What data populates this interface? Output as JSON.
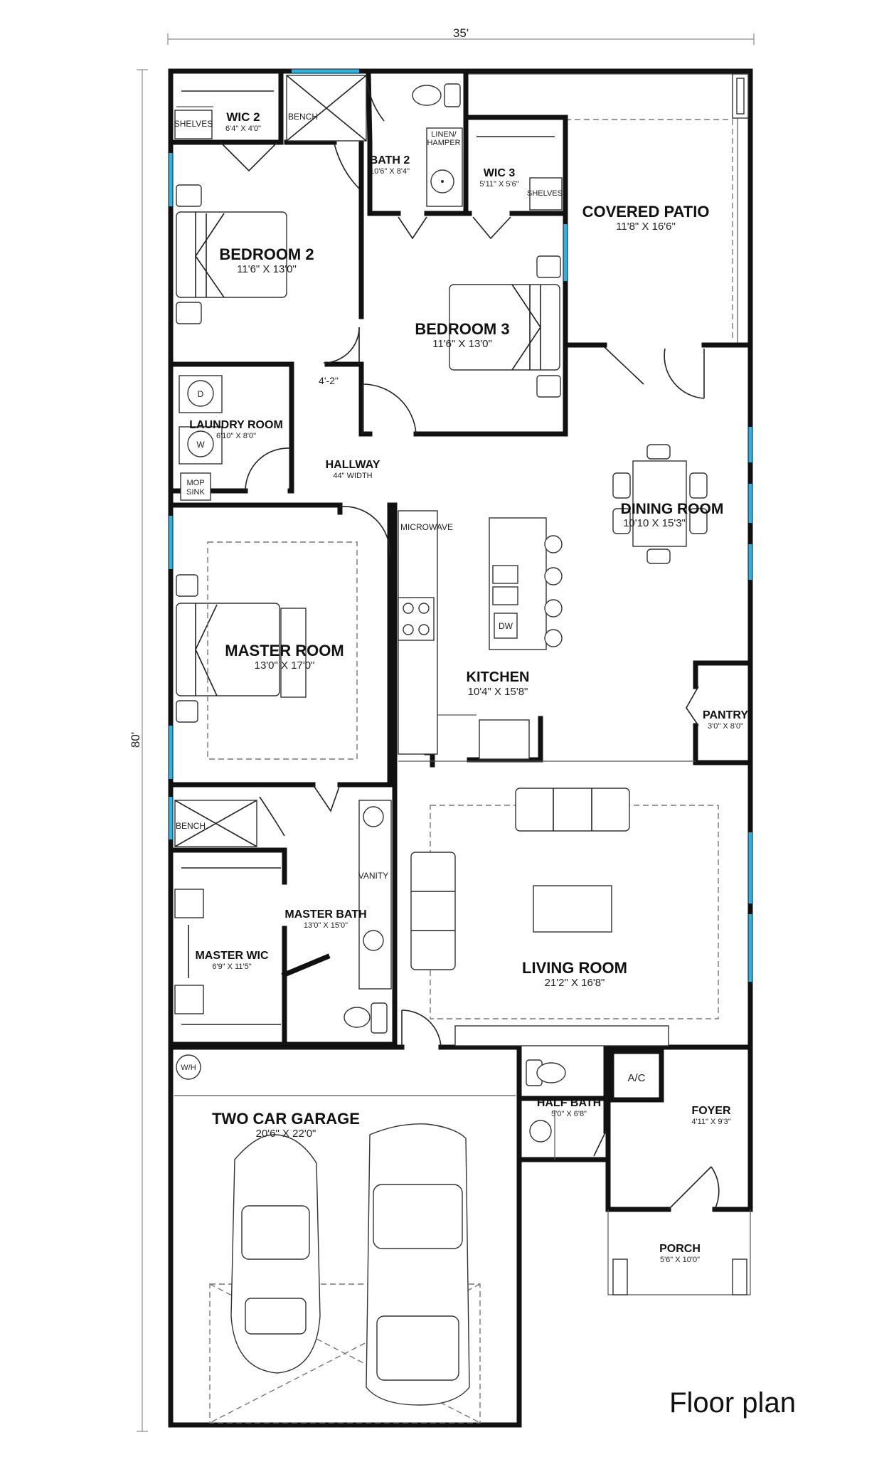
{
  "title": "Floor plan",
  "dimensions": {
    "width": "35'",
    "length": "80'"
  },
  "rooms": {
    "wic2": {
      "name": "WIC 2",
      "size": "6'4\" X 4'0\""
    },
    "bath2": {
      "name": "BATH 2",
      "size": "10'6\" X 8'4\""
    },
    "wic3": {
      "name": "WIC 3",
      "size": "5'11\" X 5'6\""
    },
    "covered_patio": {
      "name": "COVERED PATIO",
      "size": "11'8\" X 16'6\""
    },
    "bedroom2": {
      "name": "BEDROOM 2",
      "size": "11'6\" X 13'0\""
    },
    "bedroom3": {
      "name": "BEDROOM 3",
      "size": "11'6\" X 13'0\""
    },
    "laundry": {
      "name": "LAUNDRY ROOM",
      "size": "6'10\" X 8'0\""
    },
    "hallway": {
      "name": "HALLWAY",
      "size": "44\" WIDTH"
    },
    "dining": {
      "name": "DINING ROOM",
      "size": "10'10 X 15'3\""
    },
    "master_room": {
      "name": "MASTER ROOM",
      "size": "13'0\" X 17'0\""
    },
    "kitchen": {
      "name": "KITCHEN",
      "size": "10'4\" X 15'8\""
    },
    "pantry": {
      "name": "PANTRY",
      "size": "3'0\" X 8'0\""
    },
    "master_bath": {
      "name": "MASTER BATH",
      "size": "13'0\" X 15'0\""
    },
    "master_wic": {
      "name": "MASTER WIC",
      "size": "6'9\" X 11'5\""
    },
    "living": {
      "name": "LIVING ROOM",
      "size": "21'2\" X 16'8\""
    },
    "garage": {
      "name": "TWO CAR GARAGE",
      "size": "20'6\" X 22'0\""
    },
    "half_bath": {
      "name": "HALF BATH",
      "size": "5'0\" X 6'8\""
    },
    "foyer": {
      "name": "FOYER",
      "size": "4'11\" X 9'3\""
    },
    "porch": {
      "name": "PORCH",
      "size": "5'6\" X 10'0\""
    }
  },
  "labels": {
    "shelves_wic2": "SHELVES",
    "bench_bath2": "BENCH",
    "linen": "LINEN/",
    "hamper": "HAMPER",
    "shelves_wic3": "SHELVES",
    "hall_dim": "4'-2\"",
    "dryer": "D",
    "washer": "W",
    "mop": "MOP",
    "sink": "SINK",
    "microwave": "MICROWAVE",
    "dw": "DW",
    "bench_master": "BENCH",
    "vanity": "VANITY",
    "wh": "W/H",
    "ac": "A/C"
  }
}
